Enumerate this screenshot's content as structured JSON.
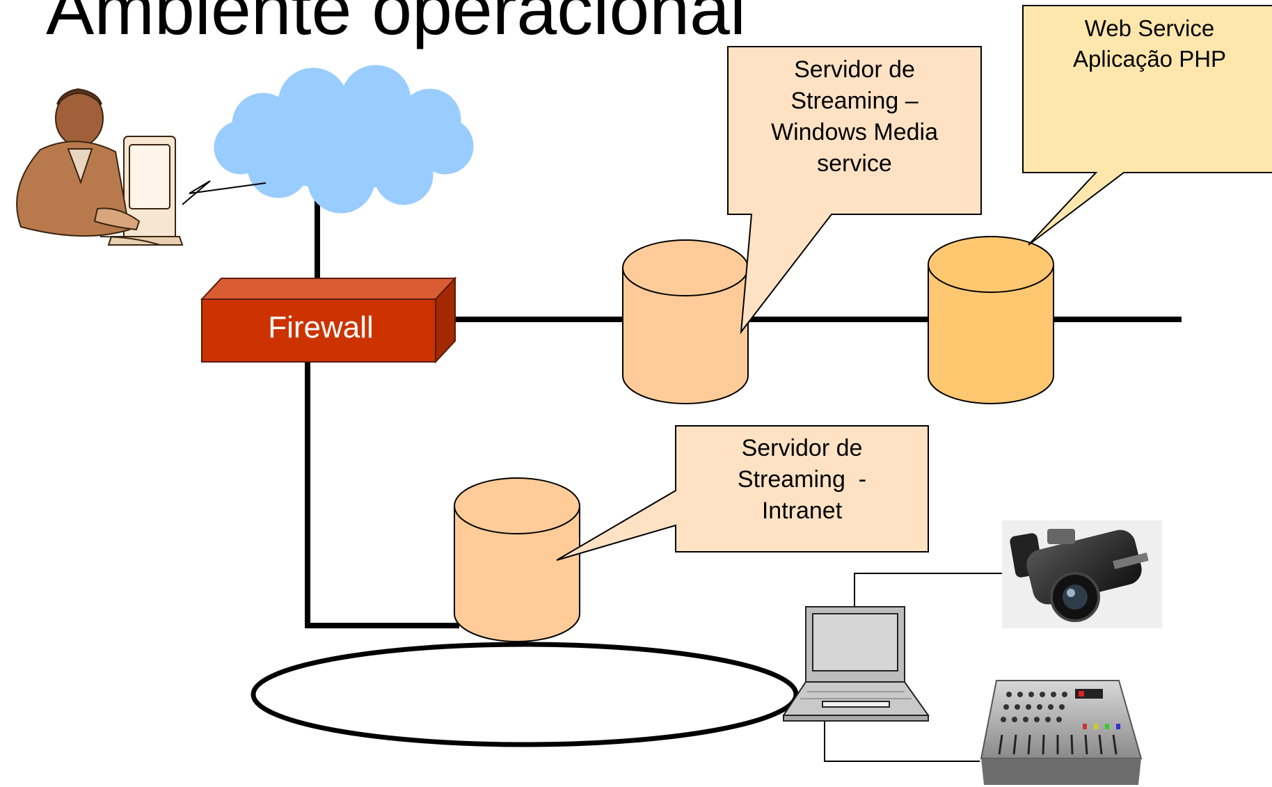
{
  "slide": {
    "title": "Ambiente operacional"
  },
  "firewall": {
    "label": "Firewall"
  },
  "callouts": {
    "streaming_windows_media": {
      "line1": "Servidor de",
      "line2": "Streaming –",
      "line3": "Windows Media",
      "line4": "service"
    },
    "web_service": {
      "line1": "Web Service",
      "line2": "Aplicação PHP"
    },
    "streaming_intranet": {
      "line1": "Servidor de",
      "line2": "Streaming  -",
      "line3": "Intranet"
    }
  },
  "colors": {
    "firewall_front": "#cc3300",
    "firewall_top": "#d95c33",
    "firewall_side": "#a32900",
    "server_streaming": "#ffcc99",
    "server_web": "#ffc870",
    "callout_fill": "#ffe2c4",
    "callout_fill_web": "#ffe6ac",
    "cloud": "#99ccff"
  },
  "icons": {
    "user": "user-at-computer-icon",
    "cloud": "internet-cloud-icon",
    "camera": "video-camera-icon",
    "mixer": "audio-mixer-icon",
    "laptop": "laptop-icon"
  }
}
